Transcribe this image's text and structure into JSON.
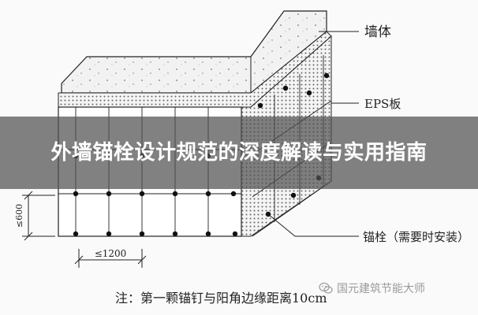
{
  "labels": {
    "wall": "墙体",
    "eps": "EPS板",
    "anchor": "锚栓（需要时安装）",
    "dim_vertical": "≤600",
    "dim_horizontal": "≤1200",
    "note": "注：第一颗锚钉与阳角边缘距离10cm"
  },
  "banner": {
    "title": "外墙锚栓设计规范的深度解读与实用指南"
  },
  "watermark": {
    "icon": "wechat-icon",
    "text": "国元建筑节能大师"
  },
  "colors": {
    "banner_bg": "#505050",
    "line": "#222222",
    "concrete": "#f0f0f0"
  }
}
